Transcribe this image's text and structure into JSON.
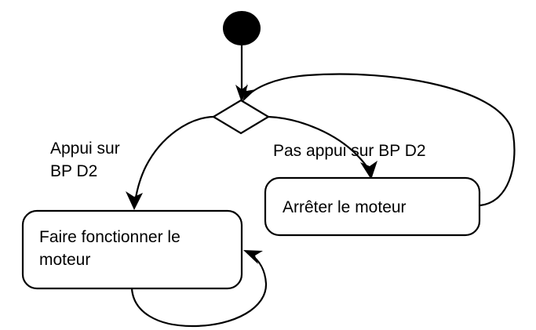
{
  "diagram": {
    "type": "uml-activity-diagram",
    "language": "fr",
    "background_color": "#ffffff",
    "stroke_color": "#000000",
    "nodes": {
      "initial": {
        "name": "initial-node",
        "label": ""
      },
      "decision": {
        "name": "decision-node",
        "label": ""
      },
      "action_run": {
        "label_line1": "Faire fonctionner le",
        "label_line2": "moteur"
      },
      "action_stop": {
        "label_line1": "Arrêter le moteur"
      }
    },
    "edges": {
      "guard_pressed_line1": "Appui sur",
      "guard_pressed_line2": "BP D2",
      "guard_not_pressed": "Pas appui sur BP D2"
    }
  }
}
